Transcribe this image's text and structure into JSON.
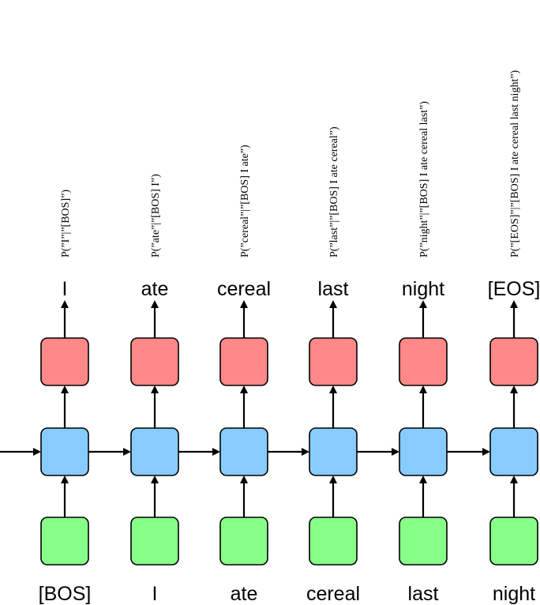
{
  "colors": {
    "input_box": "#88ff88",
    "hidden_box": "#88ccff",
    "output_box": "#ff8888"
  },
  "steps": [
    {
      "input": "[BOS]",
      "output": "I",
      "prob": "P(”I”|”[BOS]”)"
    },
    {
      "input": "I",
      "output": "ate",
      "prob": "P(”ate”|”[BOS] I”)"
    },
    {
      "input": "ate",
      "output": "cereal",
      "prob": "P(”cereal”|”[BOS] I ate”)"
    },
    {
      "input": "cereal",
      "output": "last",
      "prob": "P(”last”|”[BOS] I ate cereal”)"
    },
    {
      "input": "last",
      "output": "night",
      "prob": "P(”night”|”[BOS] I ate cereal last”)"
    },
    {
      "input": "night",
      "output": "[EOS]",
      "prob": "P(”[EOS]”|”[BOS] I ate cereal last night”)"
    }
  ]
}
